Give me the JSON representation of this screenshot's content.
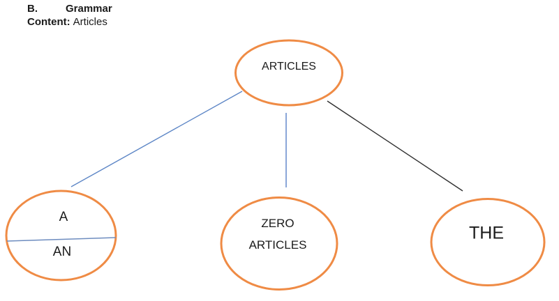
{
  "header": {
    "section_letter": "B.",
    "section_title": "Grammar",
    "content_label": "Content:",
    "content_value": "Articles"
  },
  "diagram": {
    "root": {
      "label": "ARTICLES"
    },
    "children": [
      {
        "label_top": "A",
        "label_bottom": "AN"
      },
      {
        "label_line1": "ZERO",
        "label_line2": "ARTICLES"
      },
      {
        "label": "THE"
      }
    ],
    "colors": {
      "ellipse_stroke": "#EF8B45",
      "connector_left_blue": "#5D86C6",
      "connector_middle_blue": "#6389CB",
      "connector_right_black": "#303030",
      "divider_blue": "#6D8CBF",
      "text": "#1B1B1B"
    }
  }
}
